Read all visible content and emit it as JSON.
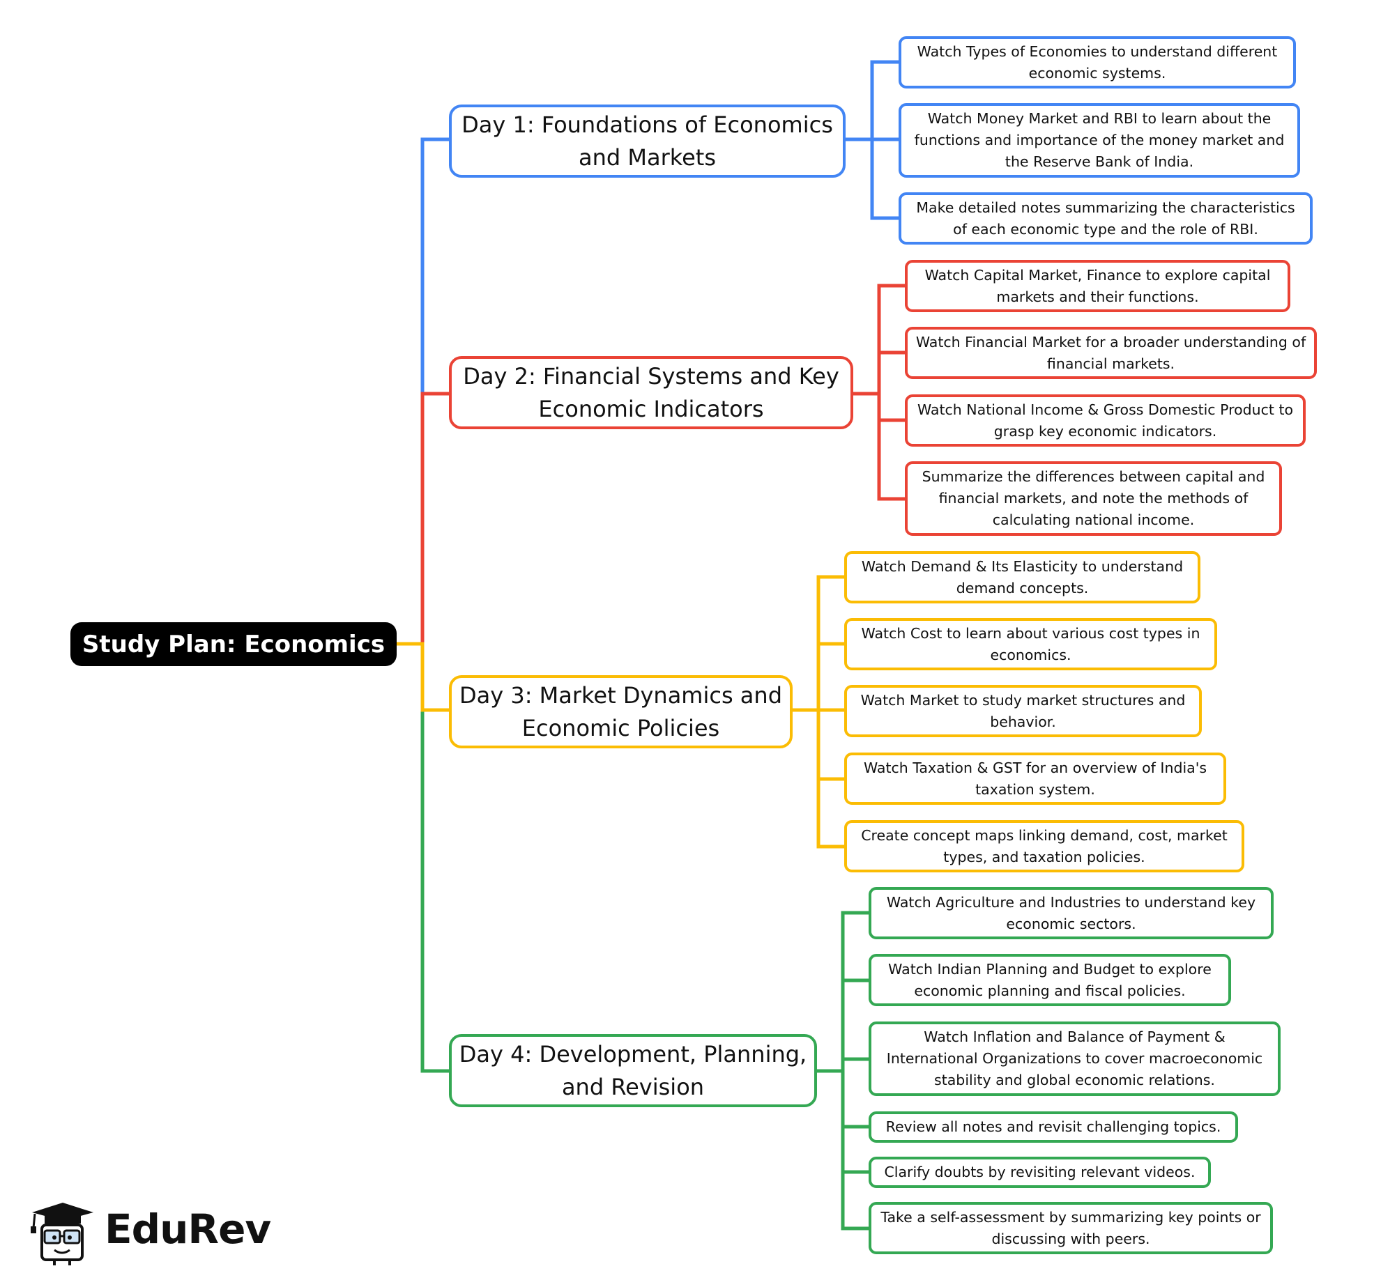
{
  "root": {
    "label": "Study Plan: Economics"
  },
  "colors": {
    "day1": "#4285f4",
    "day2": "#ea4335",
    "day3": "#fbbc04",
    "day4": "#34a853",
    "root_bg": "#000000"
  },
  "days": [
    {
      "title": "Day 1: Foundations of Economics and Markets",
      "tasks": [
        "Watch Types of Economies to understand different economic systems.",
        "Watch Money Market and RBI to learn about the functions and importance of the money market and the Reserve Bank of India.",
        "Make detailed notes summarizing the characteristics of each economic type and the role of RBI."
      ]
    },
    {
      "title": "Day 2: Financial Systems and Key Economic Indicators",
      "tasks": [
        "Watch Capital Market, Finance to explore capital markets and their functions.",
        "Watch Financial Market for a broader understanding of financial markets.",
        "Watch National Income & Gross Domestic Product to grasp key economic indicators.",
        "Summarize the differences between capital and financial markets, and note the methods of calculating national income."
      ]
    },
    {
      "title": "Day 3: Market Dynamics and Economic Policies",
      "tasks": [
        "Watch Demand & Its Elasticity to understand demand concepts.",
        "Watch Cost to learn about various cost types in economics.",
        "Watch Market to study market structures and behavior.",
        "Watch Taxation & GST for an overview of India's taxation system.",
        "Create concept maps linking demand, cost, market types, and taxation policies."
      ]
    },
    {
      "title": "Day 4: Development, Planning, and Revision",
      "tasks": [
        "Watch Agriculture and Industries to understand key economic sectors.",
        "Watch Indian Planning and Budget to explore economic planning and fiscal policies.",
        "Watch Inflation and Balance of Payment & International Organizations to cover macroeconomic stability and global economic relations.",
        "Review all notes and revisit challenging topics.",
        "Clarify doubts by revisiting relevant videos.",
        "Take a self-assessment by summarizing key points or discussing with peers."
      ]
    }
  ],
  "logo": {
    "text": "EduRev",
    "icon": "graduation-cap-mascot-icon"
  }
}
